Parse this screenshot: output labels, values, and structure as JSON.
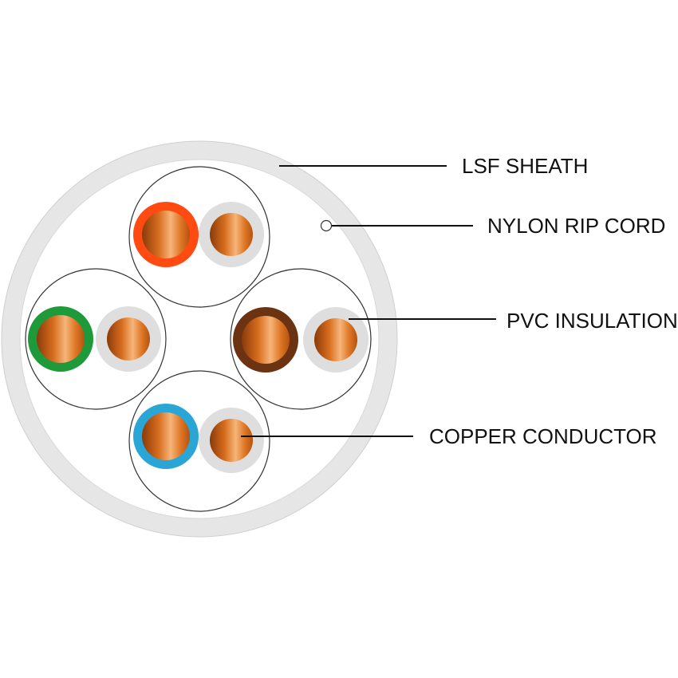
{
  "labels": {
    "sheath": "LSF SHEATH",
    "rip_cord": "NYLON RIP CORD",
    "insulation": "PVC INSULATION",
    "conductor": "COPPER CONDUCTOR"
  },
  "colors": {
    "sheath": "#e6e6e6",
    "core_fill": "#ffffff",
    "outline": "#333333",
    "leader_line": "#111111",
    "white_insulation": "#dedede",
    "copper_dark": "#8a3a0a",
    "copper_mid": "#d86e1e",
    "copper_light": "#f6b57a",
    "pair_colors": {
      "orange": "#ff4a12",
      "green": "#1f9a3a",
      "brown": "#6b3312",
      "blue": "#2aa6d6"
    }
  },
  "pairs": [
    {
      "name": "orange-pair",
      "color": "orange"
    },
    {
      "name": "green-pair",
      "color": "green"
    },
    {
      "name": "brown-pair",
      "color": "brown"
    },
    {
      "name": "blue-pair",
      "color": "blue"
    }
  ]
}
